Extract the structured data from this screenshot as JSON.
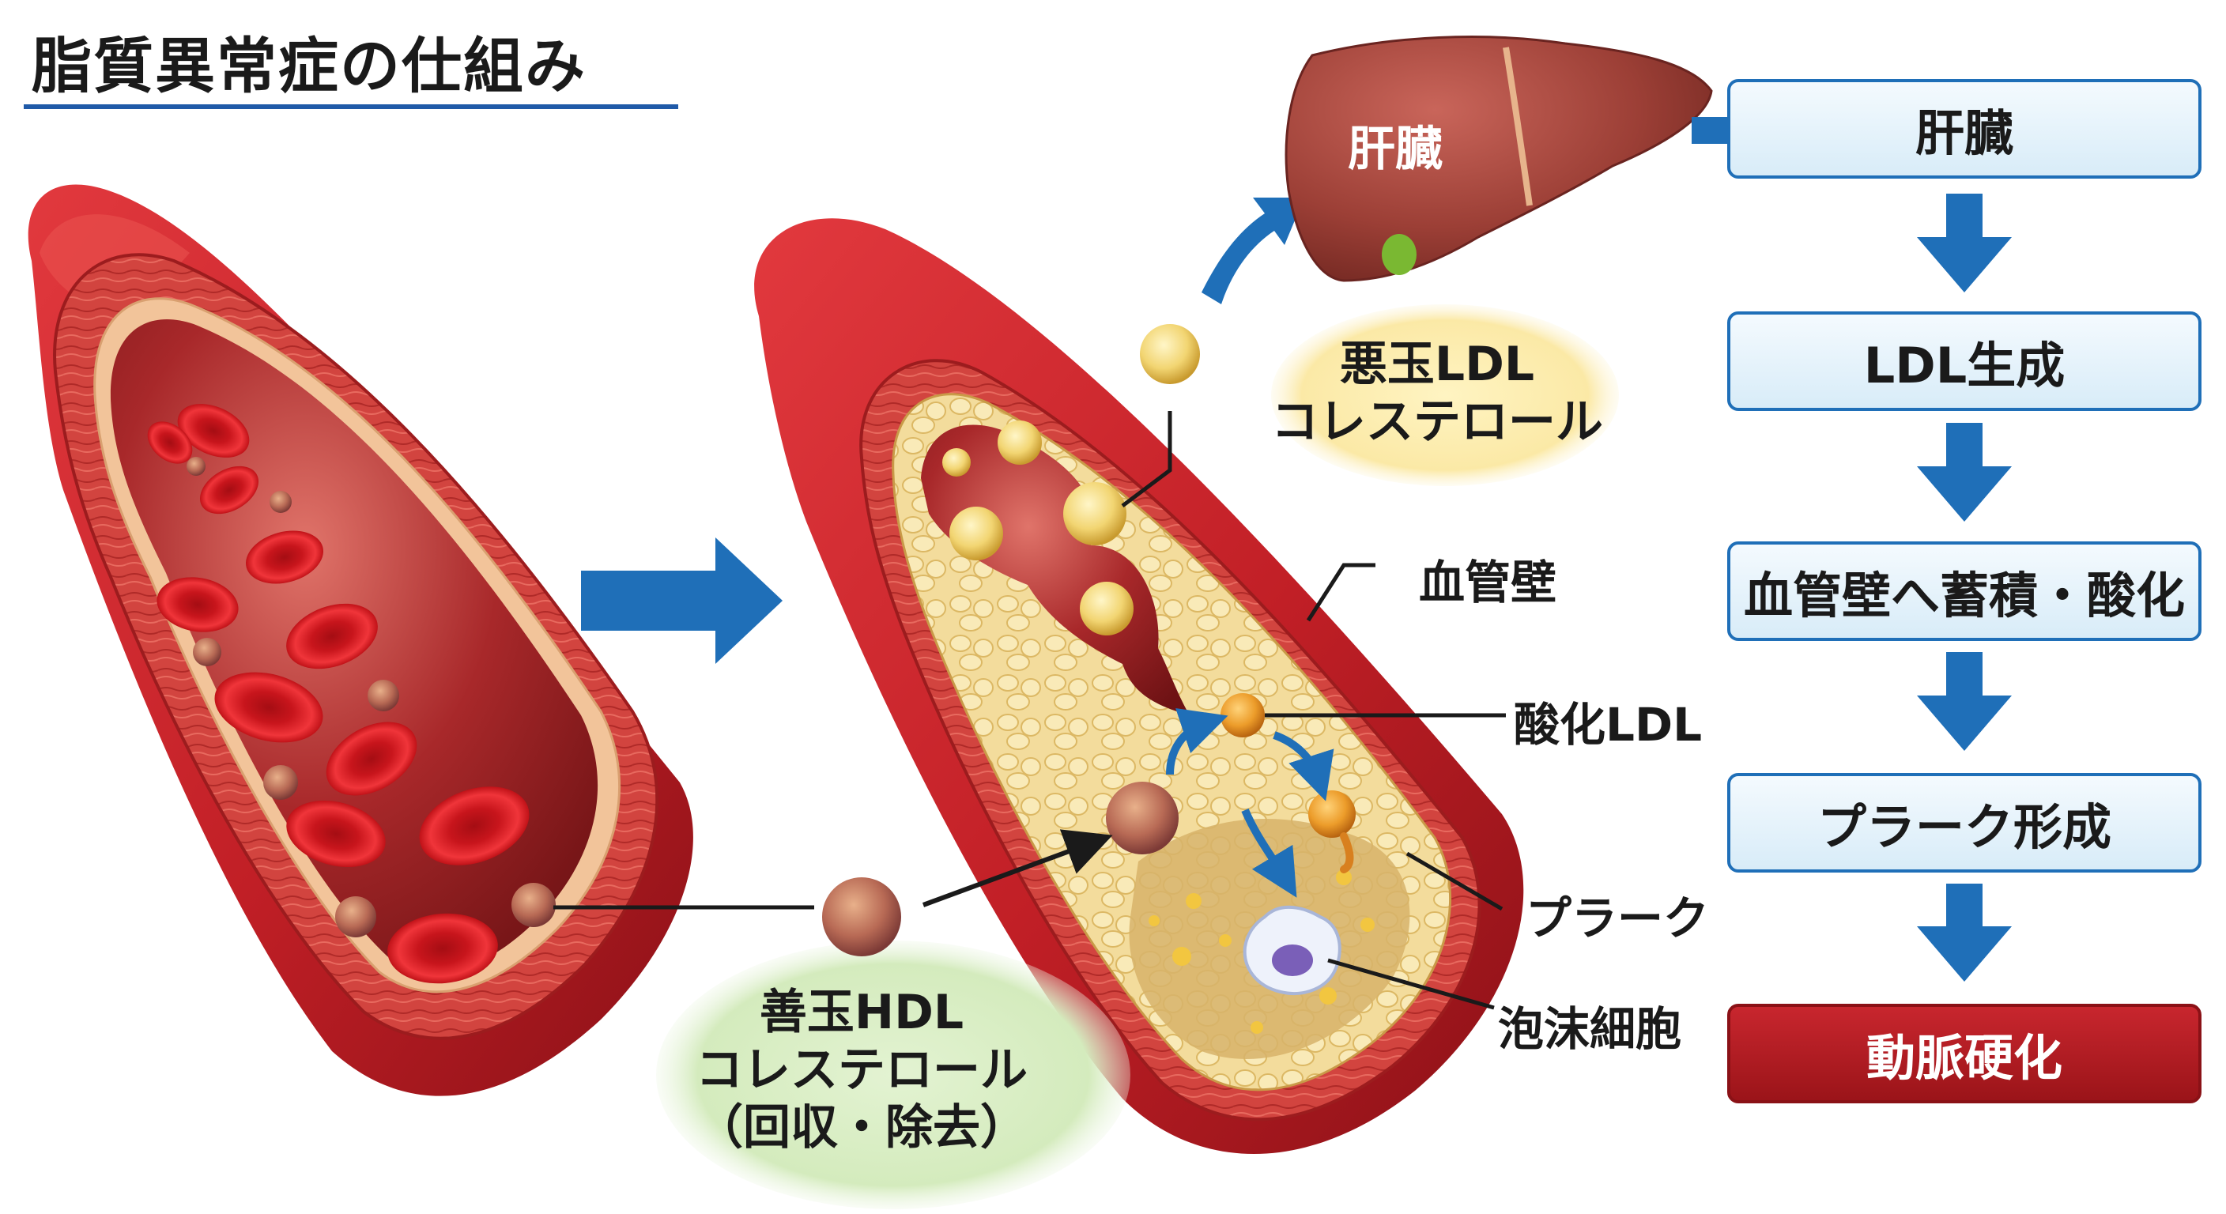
{
  "title": "脂質異常症の仕組み",
  "liver_label": "肝臓",
  "bad_ldl": {
    "line1": "悪玉LDL",
    "line2": "コレステロール"
  },
  "good_hdl": {
    "line1": "善玉HDL",
    "line2": "コレステロール",
    "line3": "（回収・除去）"
  },
  "callouts": {
    "vessel_wall": "血管壁",
    "oxidized_ldl": "酸化LDL",
    "plaque": "プラーク",
    "foam_cell": "泡沫細胞"
  },
  "flow_steps": [
    "肝臓",
    "LDL生成",
    "血管壁へ蓄積・酸化",
    "プラーク形成",
    "動脈硬化"
  ],
  "colors": {
    "artery": "#c8242b",
    "blood": "#d9141c",
    "plaque": "#f1d79a",
    "arrow": "#1f6fb8",
    "final_step": "#b01c22",
    "title_rule": "#1f5aa8"
  }
}
